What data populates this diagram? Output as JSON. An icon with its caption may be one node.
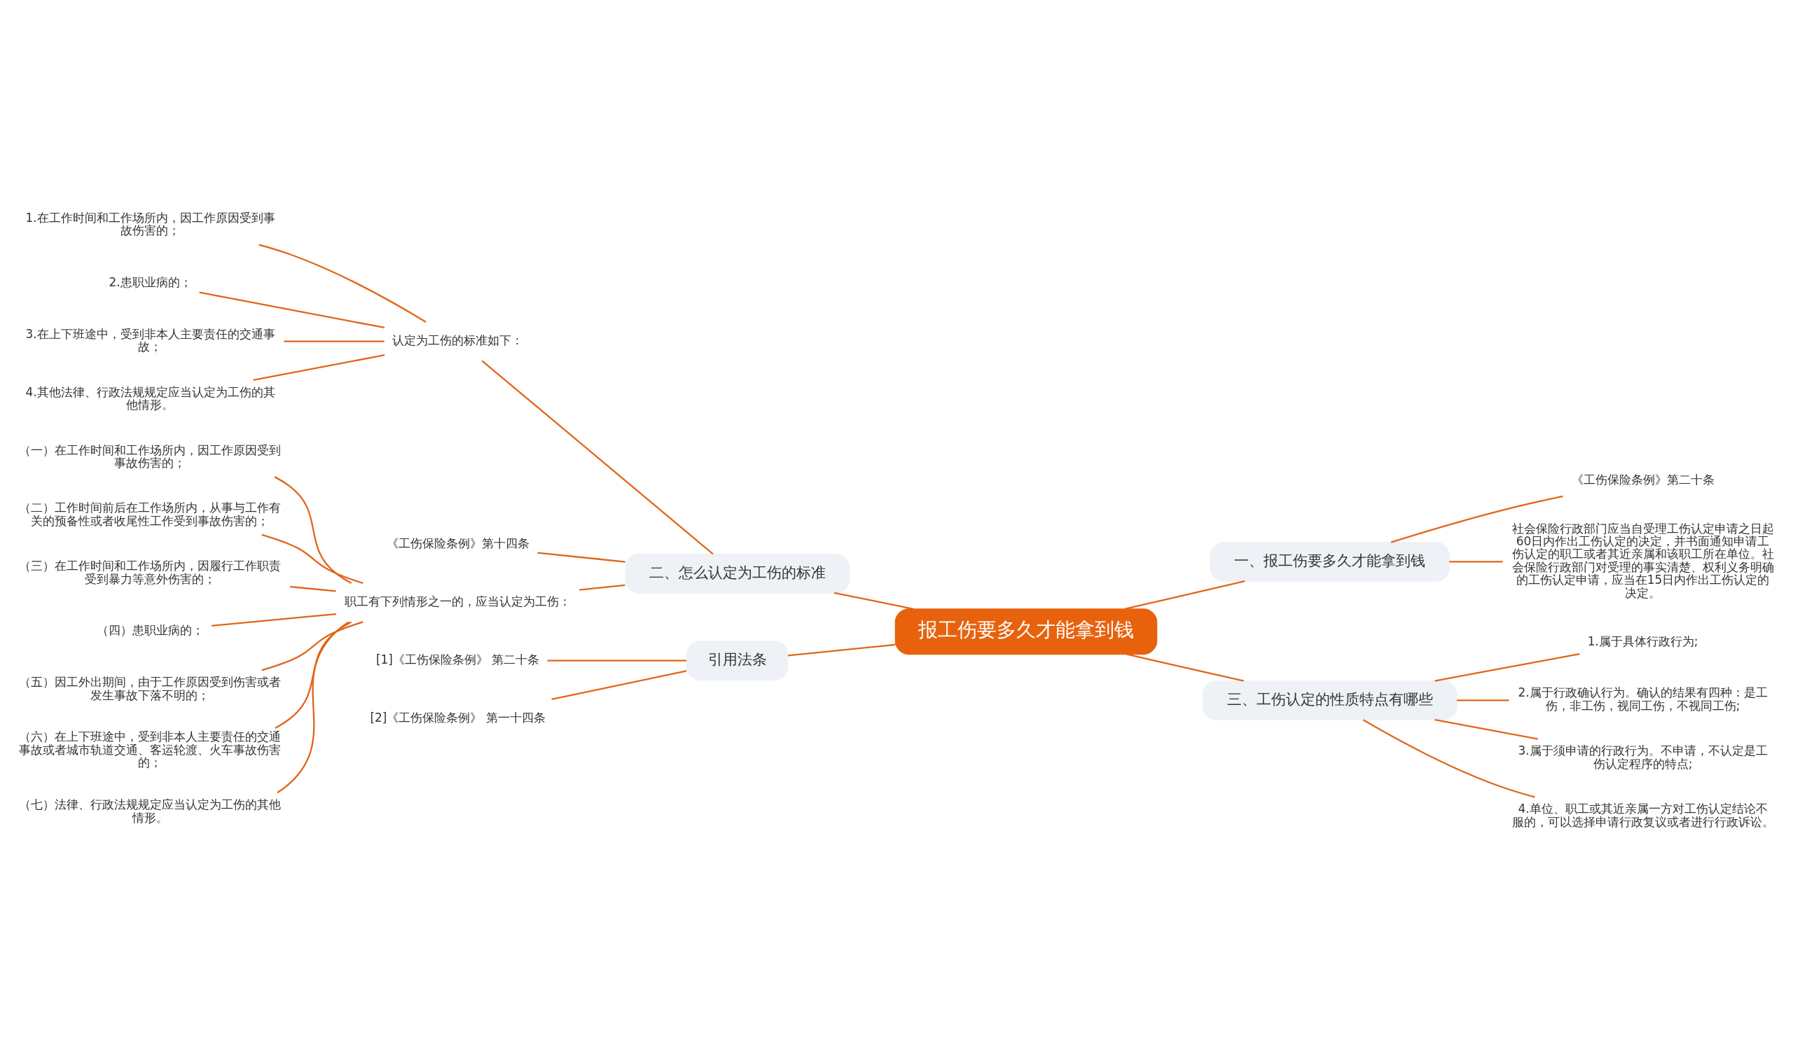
{
  "diagram": {
    "nodes": [
      {
        "text": [
          "报工伤要多久才能拿到钱"
        ]
      },
      {
        "text": [
          "一、报工伤要多久才能拿到钱"
        ]
      },
      {
        "text": [
          "《工伤保险条例》第二十条"
        ]
      },
      {
        "text": [
          "社会保险行政部门应当自受理工伤认定申请之日起60日内作出工伤认定的决定，并书面通知申请工伤认定的职工或者其近亲属和该职工所在单位。社会保险行政部门对受理的事实清楚、权利义务明确的工伤认定申请，应当在15日内作出工伤认定的决定。"
        ]
      },
      {
        "text": [
          "二、怎么认定为工伤的标准"
        ]
      },
      {
        "text": [
          "认定为工伤的标准如下："
        ]
      },
      {
        "text": [
          "1.在工作时间和工作场所内，因工作原因受到事故伤害的；"
        ]
      },
      {
        "text": [
          "2.患职业病的；"
        ]
      },
      {
        "text": [
          "3.在上下班途中，受到非本人主要责任的交通事故；"
        ]
      },
      {
        "text": [
          "4.其他法律、行政法规规定应当认定为工伤的其他情形。"
        ]
      },
      {
        "text": [
          "《工伤保险条例》第十四条"
        ]
      },
      {
        "text": [
          "职工有下列情形之一的，应当认定为工伤："
        ]
      },
      {
        "text": [
          "（一）在工作时间和工作场所内，因工作原因受到事故伤害的；"
        ]
      },
      {
        "text": [
          "（二）工作时间前后在工作场所内，从事与工作有关的预备性或者收尾性工作受到事故伤害的；"
        ]
      },
      {
        "text": [
          "（三）在工作时间和工作场所内，因履行工作职责受到暴力等意外伤害的；"
        ]
      },
      {
        "text": [
          "（四）患职业病的；"
        ]
      },
      {
        "text": [
          "（五）因工外出期间，由于工作原因受到伤害或者发生事故下落不明的；"
        ]
      },
      {
        "text": [
          "（六）在上下班途中，受到非本人主要责任的交通事故或者城市轨道交通、客运轮渡、火车事故伤害的；"
        ]
      },
      {
        "text": [
          "（七）法律、行政法规规定应当认定为工伤的其他情形。"
        ]
      },
      {
        "text": [
          "三、工伤认定的性质特点有哪些"
        ]
      },
      {
        "text": [
          "1.属于具体行政行为;"
        ]
      },
      {
        "text": [
          "2.属于行政确认行为。确认的结果有四种：是工伤，非工伤，视同工伤，不视同工伤;"
        ]
      },
      {
        "text": [
          "3.属于须申请的行政行为。不申请，不认定是工伤认定程序的特点;"
        ]
      },
      {
        "text": [
          "4.单位、职工或其近亲属一方对工伤认定结论不服的，可以选择申请行政复议或者进行行政诉讼。"
        ]
      },
      {
        "text": [
          "引用法条"
        ]
      },
      {
        "text": [
          "[1]《工伤保险条例》 第二十条"
        ]
      },
      {
        "text": [
          "[2]《工伤保险条例》 第一十四条"
        ]
      }
    ],
    "edges": [
      {
        "from": 0,
        "to": 1,
        "arrow": "none"
      },
      {
        "from": 1,
        "to": 2,
        "arrow": "none"
      },
      {
        "from": 1,
        "to": 3,
        "arrow": "none"
      },
      {
        "from": 0,
        "to": 4,
        "arrow": "none"
      },
      {
        "from": 4,
        "to": 5,
        "arrow": "none"
      },
      {
        "from": 5,
        "to": 6,
        "arrow": "none"
      },
      {
        "from": 5,
        "to": 7,
        "arrow": "none"
      },
      {
        "from": 5,
        "to": 8,
        "arrow": "none"
      },
      {
        "from": 5,
        "to": 9,
        "arrow": "none"
      },
      {
        "from": 4,
        "to": 10,
        "arrow": "none"
      },
      {
        "from": 4,
        "to": 11,
        "arrow": "none"
      },
      {
        "from": 11,
        "to": 12,
        "arrow": "none"
      },
      {
        "from": 11,
        "to": 13,
        "arrow": "none"
      },
      {
        "from": 11,
        "to": 14,
        "arrow": "none"
      },
      {
        "from": 11,
        "to": 15,
        "arrow": "none"
      },
      {
        "from": 11,
        "to": 16,
        "arrow": "none"
      },
      {
        "from": 11,
        "to": 17,
        "arrow": "none"
      },
      {
        "from": 11,
        "to": 18,
        "arrow": "none"
      },
      {
        "from": 0,
        "to": 19,
        "arrow": "none"
      },
      {
        "from": 19,
        "to": 20,
        "arrow": "none"
      },
      {
        "from": 19,
        "to": 21,
        "arrow": "none"
      },
      {
        "from": 19,
        "to": 22,
        "arrow": "none"
      },
      {
        "from": 19,
        "to": 23,
        "arrow": "none"
      },
      {
        "from": 0,
        "to": 24,
        "arrow": "none"
      },
      {
        "from": 24,
        "to": 25,
        "arrow": "none"
      },
      {
        "from": 24,
        "to": 26,
        "arrow": "none"
      }
    ]
  }
}
